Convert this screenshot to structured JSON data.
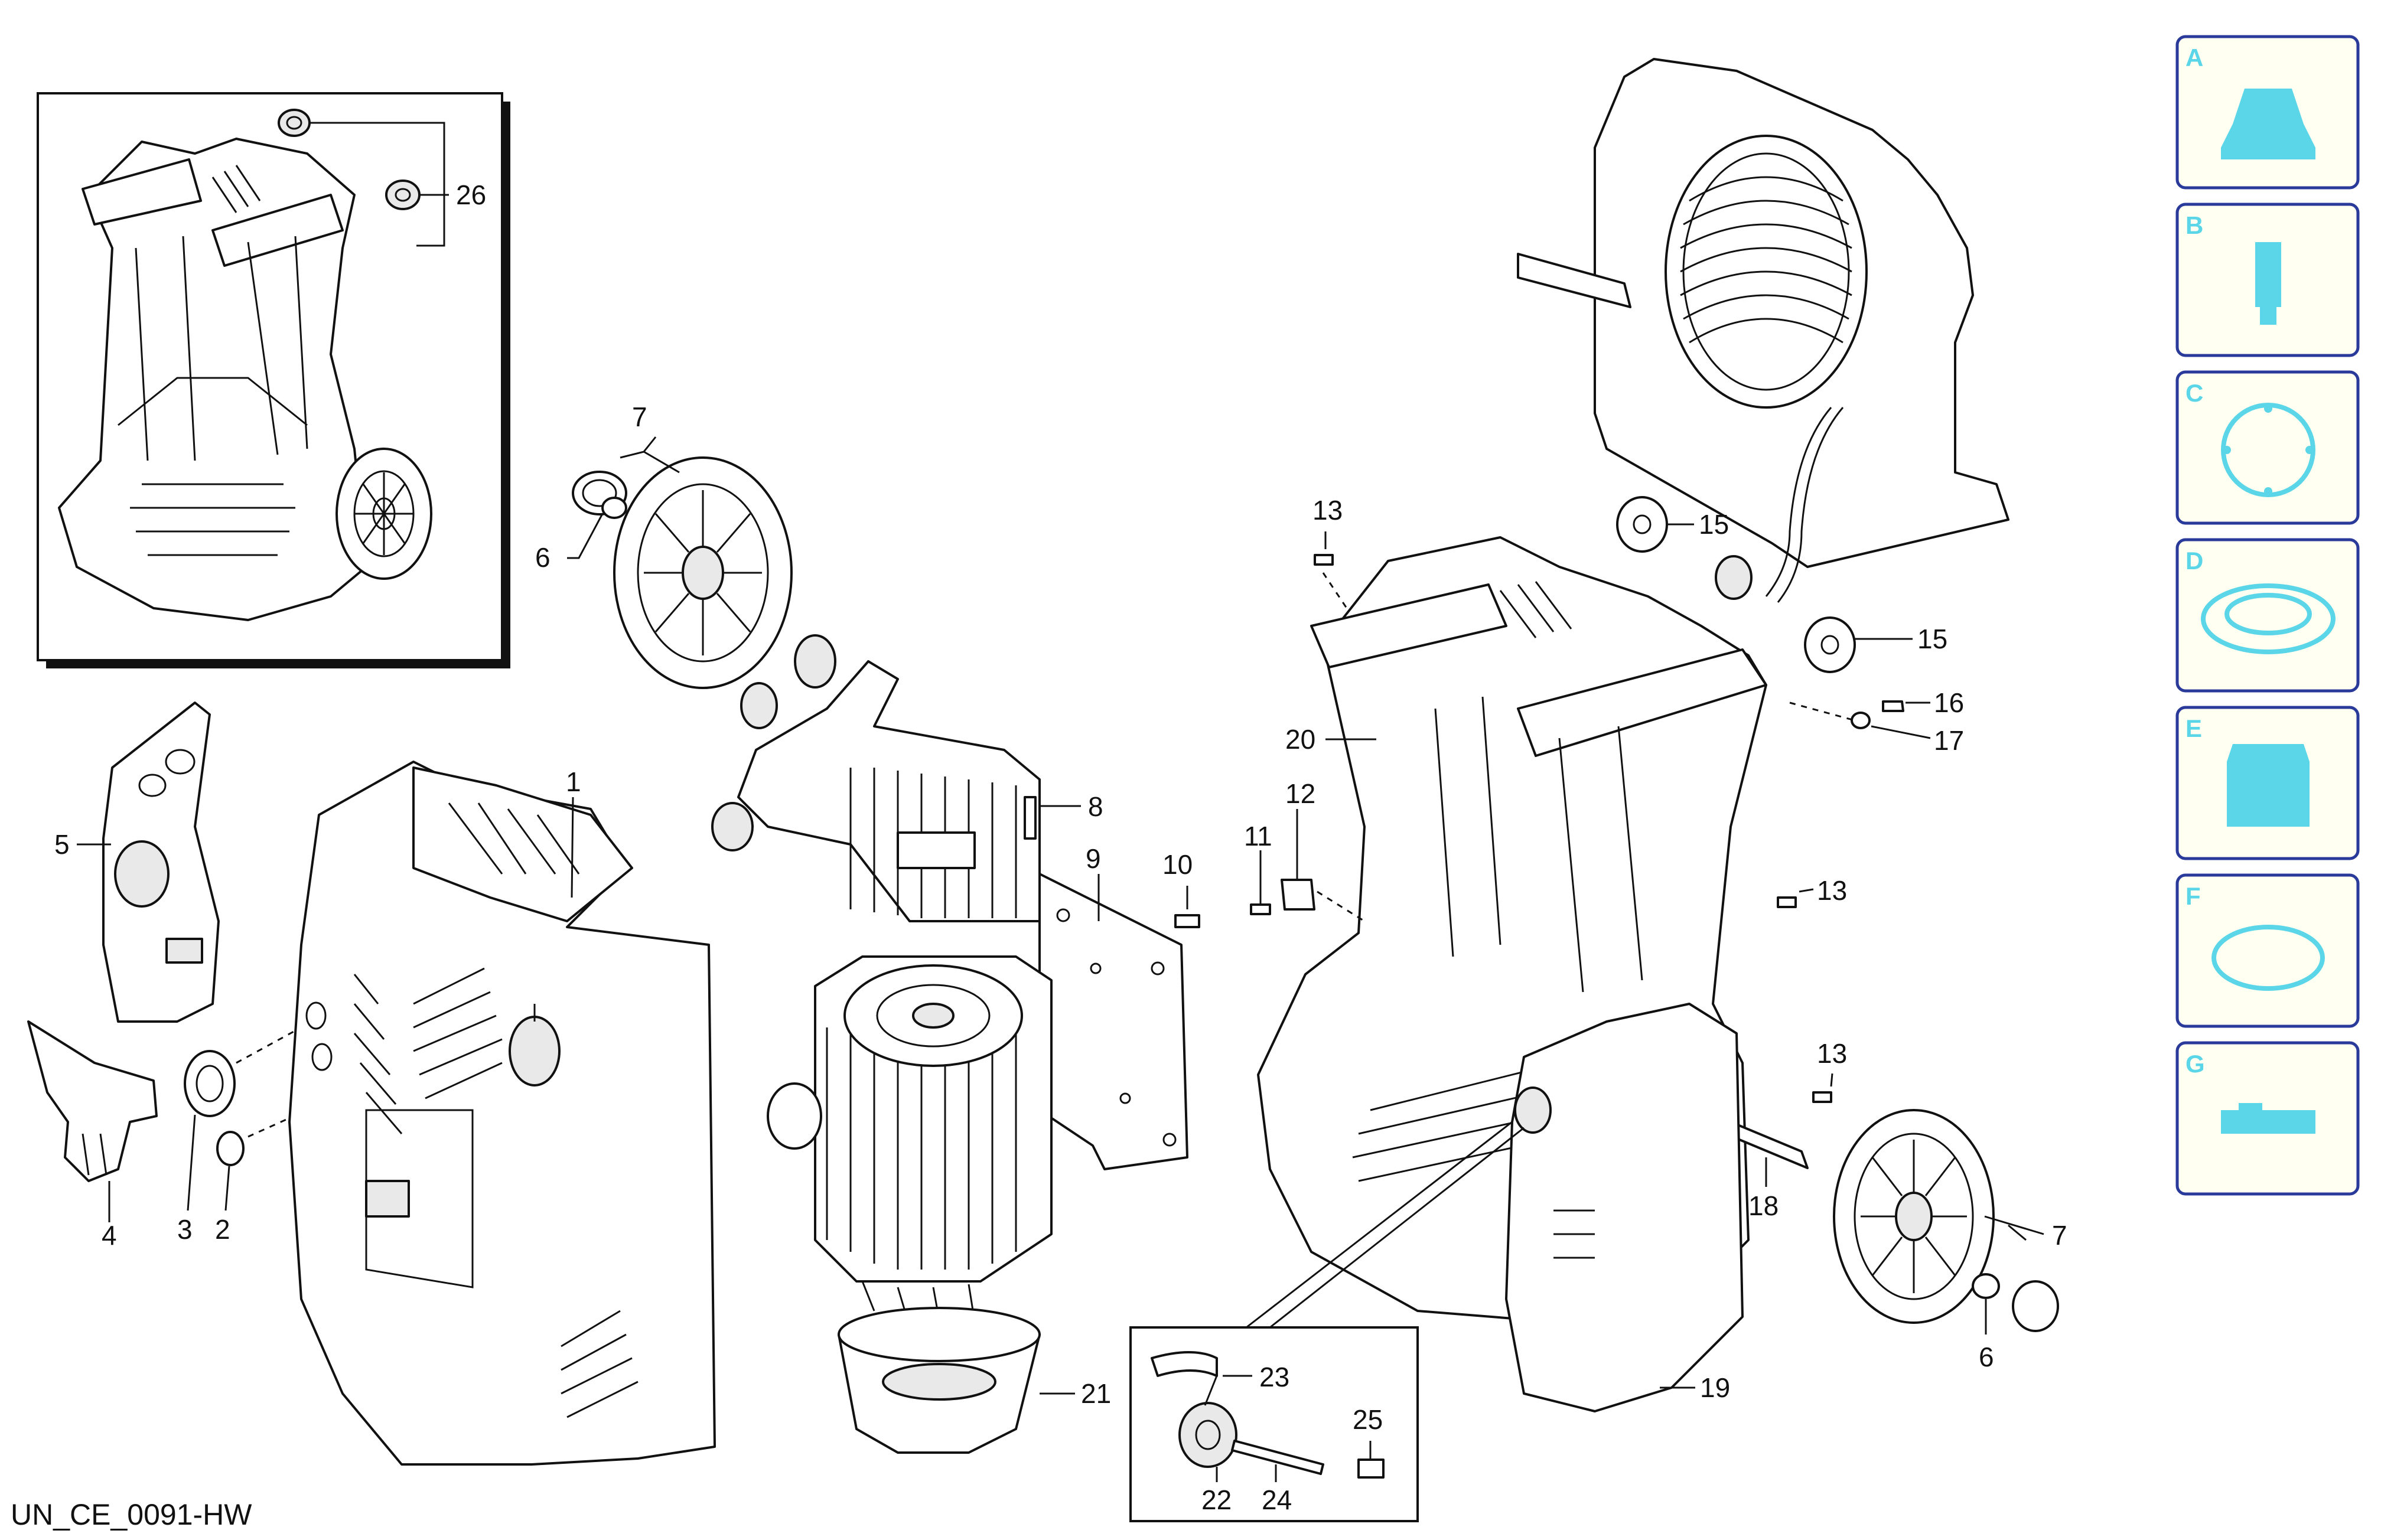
{
  "diagram_ref": "UN_CE_0091-HW",
  "colors": {
    "kit_border": "#2a3a9a",
    "kit_fill": "#fffff2",
    "kit_icon": "#5bd6e8",
    "ink": "#111111"
  },
  "callouts": {
    "c1": "1",
    "c2": "2",
    "c3": "3",
    "c4": "4",
    "c5": "5",
    "c6a": "6",
    "c6b": "6",
    "c7a": "7",
    "c7b": "7",
    "c8": "8",
    "c9": "9",
    "c10": "10",
    "c11": "11",
    "c12": "12",
    "c13a": "13",
    "c13b": "13",
    "c13c": "13",
    "c15a": "15",
    "c15b": "15",
    "c16": "16",
    "c17": "17",
    "c18": "18",
    "c19": "19",
    "c20": "20",
    "c21": "21",
    "c22": "22",
    "c23": "23",
    "c24": "24",
    "c25": "25",
    "c26": "26"
  },
  "kits": [
    {
      "letter": "A",
      "icon": "nozzle-cap-icon"
    },
    {
      "letter": "B",
      "icon": "filter-cartridge-icon"
    },
    {
      "letter": "C",
      "icon": "gasket-ring-icon"
    },
    {
      "letter": "D",
      "icon": "seal-ring-icon"
    },
    {
      "letter": "E",
      "icon": "coupling-icon"
    },
    {
      "letter": "F",
      "icon": "o-ring-icon"
    },
    {
      "letter": "G",
      "icon": "flat-plate-icon"
    }
  ]
}
